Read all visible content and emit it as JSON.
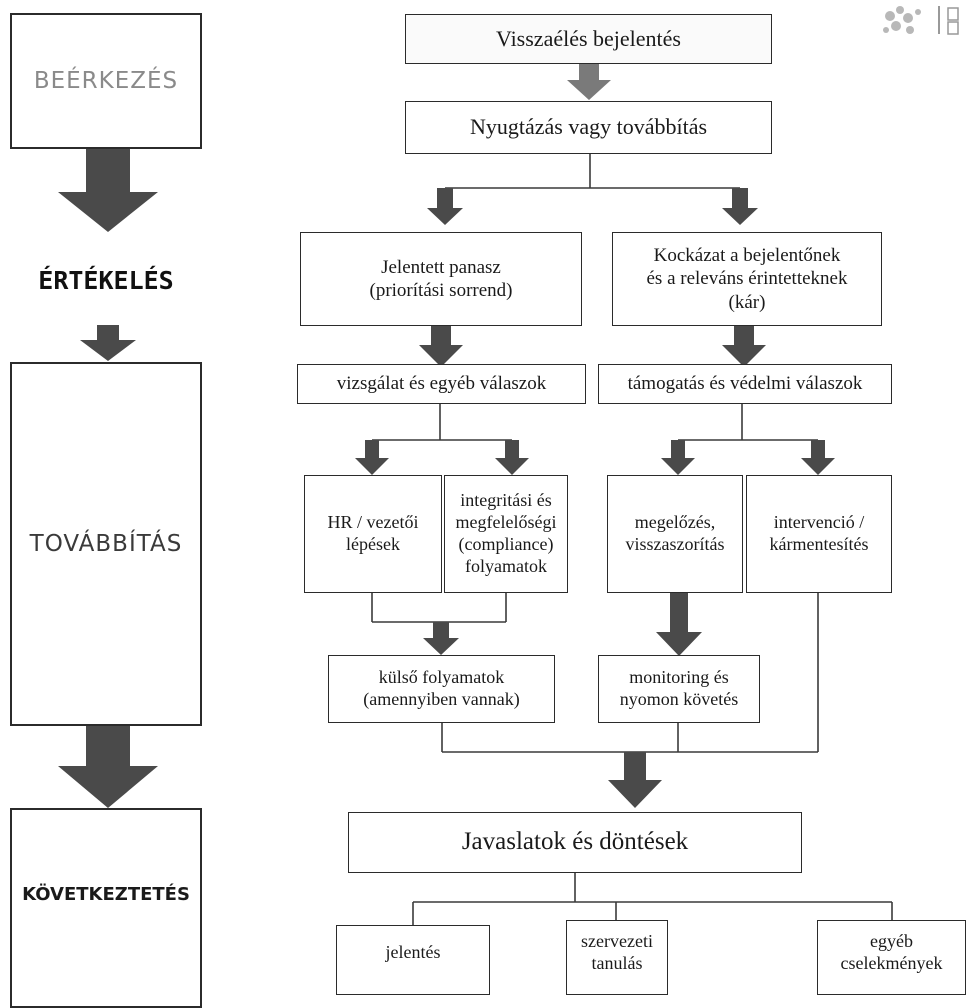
{
  "stages": {
    "incoming": "BEÉRKEZÉS",
    "evaluation": "ÉRTÉKELÉS",
    "forwarding": "TOVÁBBÍTÁS",
    "conclusion": "KÖVETKEZTETÉS"
  },
  "flow": {
    "report": "Visszaélés bejelentés",
    "acknowledge": "Nyugtázás vagy továbbítás",
    "reported_complaint": "Jelentett panasz\n(priorítási sorrend)",
    "risk": "Kockázat a bejelentőnek\nés a releváns érintetteknek\n(kár)",
    "investigation": "vizsgálat és egyéb válaszok",
    "support": "támogatás és védelmi válaszok",
    "hr": "HR / vezetői\nlépések",
    "integrity": "integritási és\nmegfelelőségi\n(compliance)\nfolyamatok",
    "prevention": "megelőzés,\nvisszaszorítás",
    "intervention": "intervenció /\nkármentesítés",
    "external": "külső folyamatok\n(amennyiben vannak)",
    "monitoring": "monitoring és\nnyomon követés",
    "recommendations": "Javaslatok és döntések",
    "outcome_report": "jelentés",
    "outcome_learning": "szervezeti\ntanulás",
    "outcome_other": "egyéb\ncselekmények"
  },
  "colors": {
    "arrow_dark": "#4a4a4a",
    "arrow_light": "#7a7a7a",
    "line": "#3a3a3a"
  }
}
